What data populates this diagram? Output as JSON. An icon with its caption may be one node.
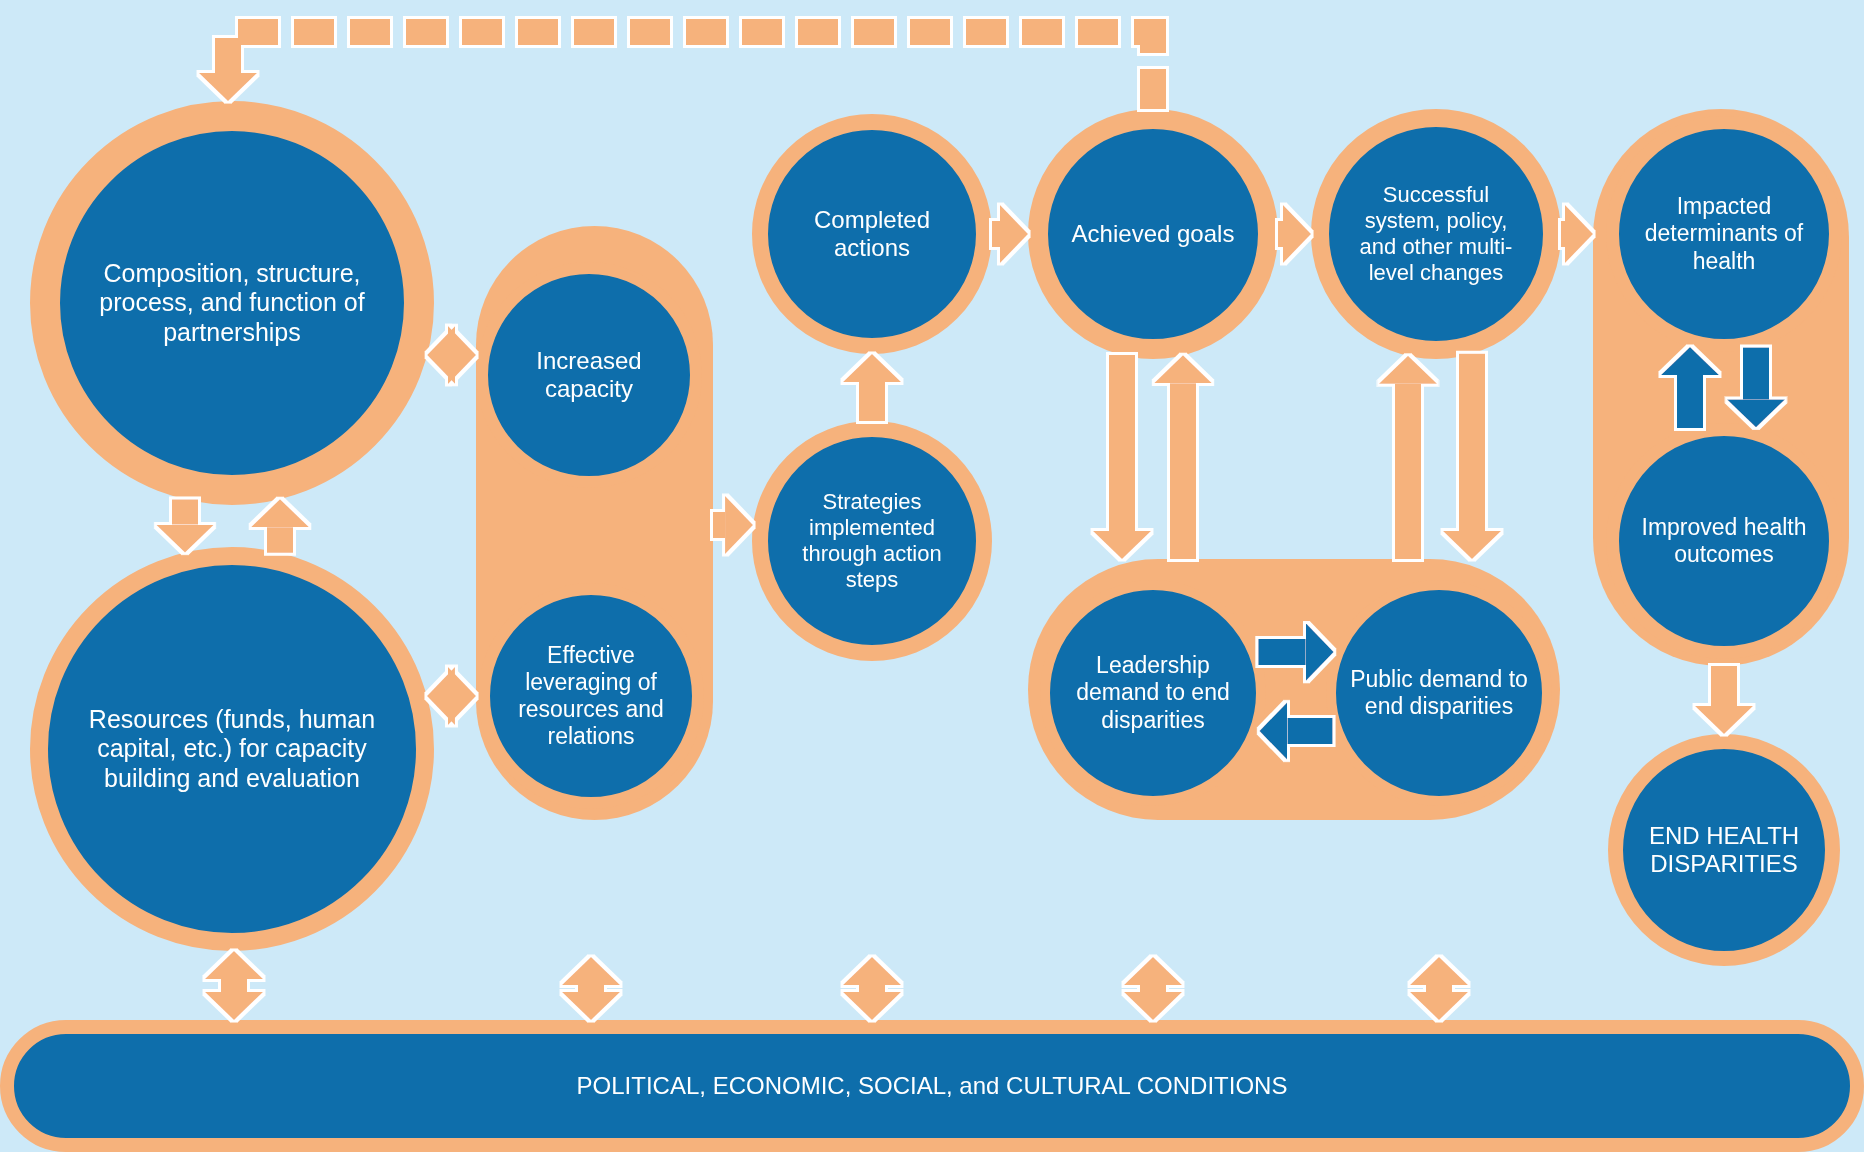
{
  "diagram": {
    "nodes": [
      {
        "text": [
          "Composition, structure, process, and function of partnerships"
        ]
      },
      {
        "text": [
          "Resources (funds, human capital, etc.) for capacity building and evaluation"
        ]
      },
      {
        "text": [],
        "shape": "box"
      },
      {
        "text": [
          "Increased capacity"
        ],
        "in": 2
      },
      {
        "text": [
          "Effective leveraging of resources and relations"
        ],
        "in": 2
      },
      {
        "text": [
          "Completed actions"
        ]
      },
      {
        "text": [
          "Strategies implemented through action steps"
        ]
      },
      {
        "text": [
          "Achieved goals"
        ]
      },
      {
        "text": [
          "Successful system, policy, and other multi-level changes"
        ]
      },
      {
        "text": [],
        "shape": "box"
      },
      {
        "text": [
          "Leadership demand to end disparities"
        ],
        "in": 9
      },
      {
        "text": [
          "Public demand to end disparities"
        ],
        "in": 9
      },
      {
        "text": [],
        "shape": "box"
      },
      {
        "text": [
          "Impacted determinants of health"
        ],
        "in": 12
      },
      {
        "text": [
          "Improved health outcomes"
        ],
        "in": 12
      },
      {
        "text": [
          "END HEALTH DISPARITIES"
        ]
      },
      {
        "text": [
          "POLITICAL, ECONOMIC, SOCIAL, and CULTURAL CONDITIONS"
        ]
      }
    ],
    "edges": [
      {
        "from": 7,
        "to": 0,
        "arrow": "to",
        "style": "dashed"
      },
      {
        "from": 0,
        "to": 2,
        "arrow": "both"
      },
      {
        "from": 1,
        "to": 2,
        "arrow": "both"
      },
      {
        "from": 0,
        "to": 1,
        "arrow": "to"
      },
      {
        "from": 1,
        "to": 0,
        "arrow": "to"
      },
      {
        "from": 2,
        "to": 6,
        "arrow": "to"
      },
      {
        "from": 6,
        "to": 5,
        "arrow": "to"
      },
      {
        "from": 5,
        "to": 7,
        "arrow": "to"
      },
      {
        "from": 7,
        "to": 8,
        "arrow": "to"
      },
      {
        "from": 8,
        "to": 12,
        "arrow": "to"
      },
      {
        "from": 7,
        "to": 9,
        "arrow": "to"
      },
      {
        "from": 9,
        "to": 7,
        "arrow": "to"
      },
      {
        "from": 9,
        "to": 8,
        "arrow": "to"
      },
      {
        "from": 8,
        "to": 9,
        "arrow": "to"
      },
      {
        "from": 10,
        "to": 11,
        "arrow": "to",
        "color": "#0e6eab"
      },
      {
        "from": 11,
        "to": 10,
        "arrow": "to",
        "color": "#0e6eab"
      },
      {
        "from": 14,
        "to": 13,
        "arrow": "to",
        "color": "#0e6eab"
      },
      {
        "from": 13,
        "to": 14,
        "arrow": "to",
        "color": "#0e6eab"
      },
      {
        "from": 12,
        "to": 15,
        "arrow": "to"
      },
      {
        "from": 1,
        "to": 16,
        "arrow": "both"
      },
      {
        "from": null,
        "to": 16,
        "arrow": "both"
      },
      {
        "from": null,
        "to": 16,
        "arrow": "both"
      },
      {
        "from": null,
        "to": 16,
        "arrow": "both"
      },
      {
        "from": null,
        "to": 16,
        "arrow": "both"
      }
    ]
  }
}
